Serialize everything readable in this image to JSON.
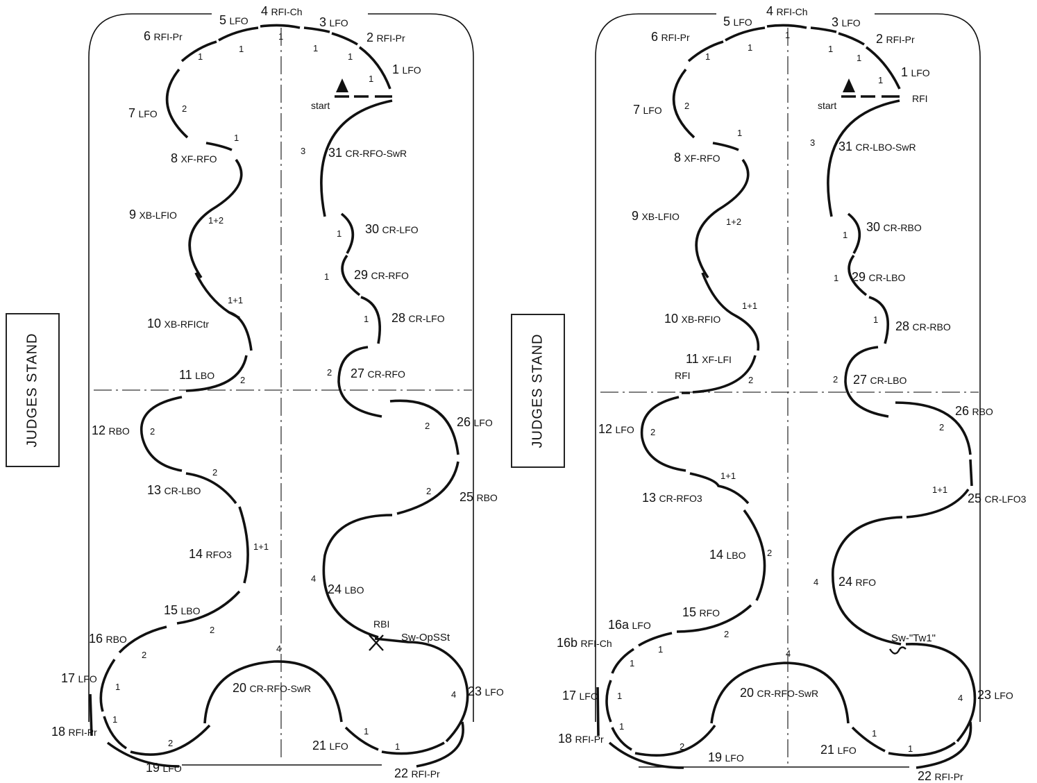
{
  "judges_stand": "JUDGES STAND",
  "left": {
    "start_label": "start",
    "elements": [
      {
        "num": "1",
        "code": "LFO"
      },
      {
        "num": "2",
        "code": "RFI-Pr"
      },
      {
        "num": "3",
        "code": "LFO"
      },
      {
        "num": "4",
        "code": "RFI-Ch"
      },
      {
        "num": "5",
        "code": "LFO"
      },
      {
        "num": "6",
        "code": "RFI-Pr"
      },
      {
        "num": "7",
        "code": "LFO"
      },
      {
        "num": "8",
        "code": "XF-RFO"
      },
      {
        "num": "9",
        "code": "XB-LFIO"
      },
      {
        "num": "10",
        "code": "XB-RFICtr"
      },
      {
        "num": "11",
        "code": "LBO"
      },
      {
        "num": "12",
        "code": "RBO"
      },
      {
        "num": "13",
        "code": "CR-LBO"
      },
      {
        "num": "14",
        "code": "RFO3"
      },
      {
        "num": "15",
        "code": "LBO"
      },
      {
        "num": "16",
        "code": "RBO"
      },
      {
        "num": "17",
        "code": "LFO"
      },
      {
        "num": "18",
        "code": "RFI-Pr"
      },
      {
        "num": "19",
        "code": "LFO"
      },
      {
        "num": "20",
        "code": "CR-RFO-SwR"
      },
      {
        "num": "21",
        "code": "LFO"
      },
      {
        "num": "22",
        "code": "RFI-Pr"
      },
      {
        "num": "23",
        "code": "LFO"
      },
      {
        "num": "24",
        "code": "LBO"
      },
      {
        "num": "25",
        "code": "RBO"
      },
      {
        "num": "26",
        "code": "LFO"
      },
      {
        "num": "27",
        "code": "CR-RFO"
      },
      {
        "num": "28",
        "code": "CR-LFO"
      },
      {
        "num": "29",
        "code": "CR-RFO"
      },
      {
        "num": "30",
        "code": "CR-LFO"
      },
      {
        "num": "31",
        "code": "CR-RFO-SwR"
      }
    ],
    "beats": [
      "1",
      "1",
      "1",
      "1",
      "1",
      "1",
      "2",
      "1",
      "1+2",
      "1+1",
      "2",
      "2",
      "2",
      "1+1",
      "2",
      "2",
      "1",
      "1",
      "2",
      "4",
      "1",
      "1",
      "4",
      "4",
      "2",
      "2",
      "2",
      "1",
      "1",
      "1",
      "3"
    ],
    "notes": [
      "RBI",
      "Sw-OpSSt"
    ]
  },
  "right": {
    "start_label": "start",
    "elements": [
      {
        "num": "1",
        "code": "LFO"
      },
      {
        "num": "2",
        "code": "RFI-Pr"
      },
      {
        "num": "3",
        "code": "LFO"
      },
      {
        "num": "4",
        "code": "RFI-Ch"
      },
      {
        "num": "5",
        "code": "LFO"
      },
      {
        "num": "6",
        "code": "RFI-Pr"
      },
      {
        "num": "7",
        "code": "LFO"
      },
      {
        "num": "8",
        "code": "XF-RFO"
      },
      {
        "num": "9",
        "code": "XB-LFIO"
      },
      {
        "num": "10",
        "code": "XB-RFIO"
      },
      {
        "num": "11",
        "code": "XF-LFI"
      },
      {
        "num": "12",
        "code": "LFO"
      },
      {
        "num": "13",
        "code": "CR-RFO3"
      },
      {
        "num": "14",
        "code": "LBO"
      },
      {
        "num": "15",
        "code": "RFO"
      },
      {
        "num": "16a",
        "code": "LFO"
      },
      {
        "num": "16b",
        "code": "RFI-Ch"
      },
      {
        "num": "17",
        "code": "LFO"
      },
      {
        "num": "18",
        "code": "RFI-Pr"
      },
      {
        "num": "19",
        "code": "LFO"
      },
      {
        "num": "20",
        "code": "CR-RFO-SwR"
      },
      {
        "num": "21",
        "code": "LFO"
      },
      {
        "num": "22",
        "code": "RFI-Pr"
      },
      {
        "num": "23",
        "code": "LFO"
      },
      {
        "num": "24",
        "code": "RFO"
      },
      {
        "num": "25",
        "code": "CR-LFO3"
      },
      {
        "num": "26",
        "code": "RBO"
      },
      {
        "num": "27",
        "code": "CR-LBO"
      },
      {
        "num": "28",
        "code": "CR-RBO"
      },
      {
        "num": "29",
        "code": "CR-LBO"
      },
      {
        "num": "30",
        "code": "CR-RBO"
      },
      {
        "num": "31",
        "code": "CR-LBO-SwR"
      }
    ],
    "beats": [
      "1",
      "1",
      "1",
      "1",
      "1",
      "1",
      "2",
      "1",
      "1+2",
      "1+1",
      "2",
      "2",
      "1+1",
      "2",
      "2",
      "1",
      "1",
      "1",
      "1",
      "2",
      "4",
      "1",
      "1",
      "4",
      "4",
      "1+1",
      "2",
      "2",
      "1",
      "1",
      "1",
      "3"
    ],
    "notes": [
      "RFI",
      "RFI",
      "Sw-\"Tw1\""
    ]
  }
}
